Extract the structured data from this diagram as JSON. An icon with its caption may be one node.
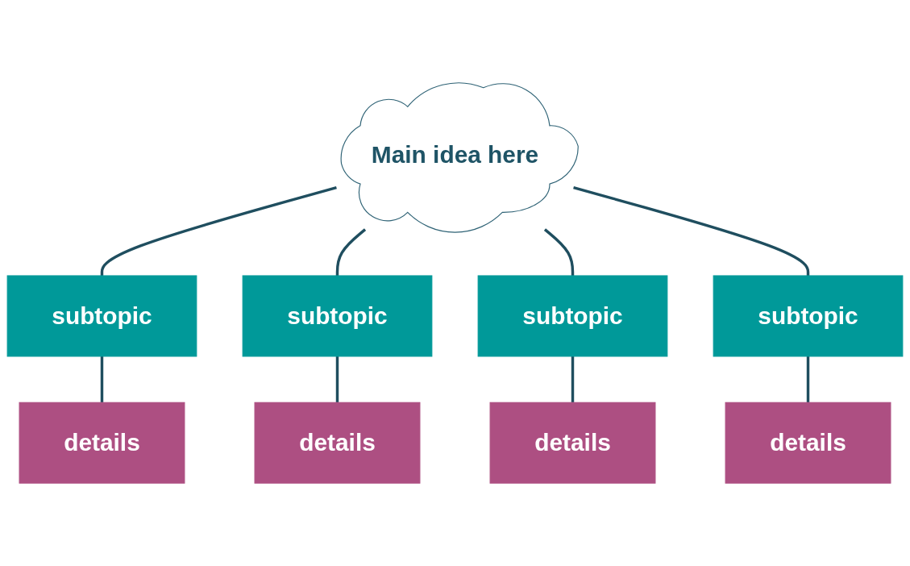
{
  "diagram": {
    "nodes": [
      {
        "text": [
          "details"
        ]
      },
      {
        "text": [
          "subtopic"
        ]
      },
      {
        "text": [
          "details"
        ]
      },
      {
        "text": [
          "details"
        ]
      },
      {
        "text": [
          "subtopic"
        ]
      },
      {
        "text": [
          "Main idea here"
        ]
      },
      {
        "text": [
          "subtopic"
        ]
      },
      {
        "text": [
          "subtopic"
        ]
      },
      {
        "text": [
          "details"
        ]
      }
    ],
    "edges": [
      {
        "from": 5,
        "to": 1,
        "arrow": "none"
      },
      {
        "from": 1,
        "to": 0,
        "arrow": "none"
      },
      {
        "from": 5,
        "to": 4,
        "arrow": "none"
      },
      {
        "from": 4,
        "to": 2,
        "arrow": "none"
      },
      {
        "from": 5,
        "to": 6,
        "arrow": "none"
      },
      {
        "from": 6,
        "to": 3,
        "arrow": "none"
      },
      {
        "from": 5,
        "to": 7,
        "arrow": "none"
      },
      {
        "from": 7,
        "to": 8,
        "arrow": "none"
      }
    ]
  }
}
